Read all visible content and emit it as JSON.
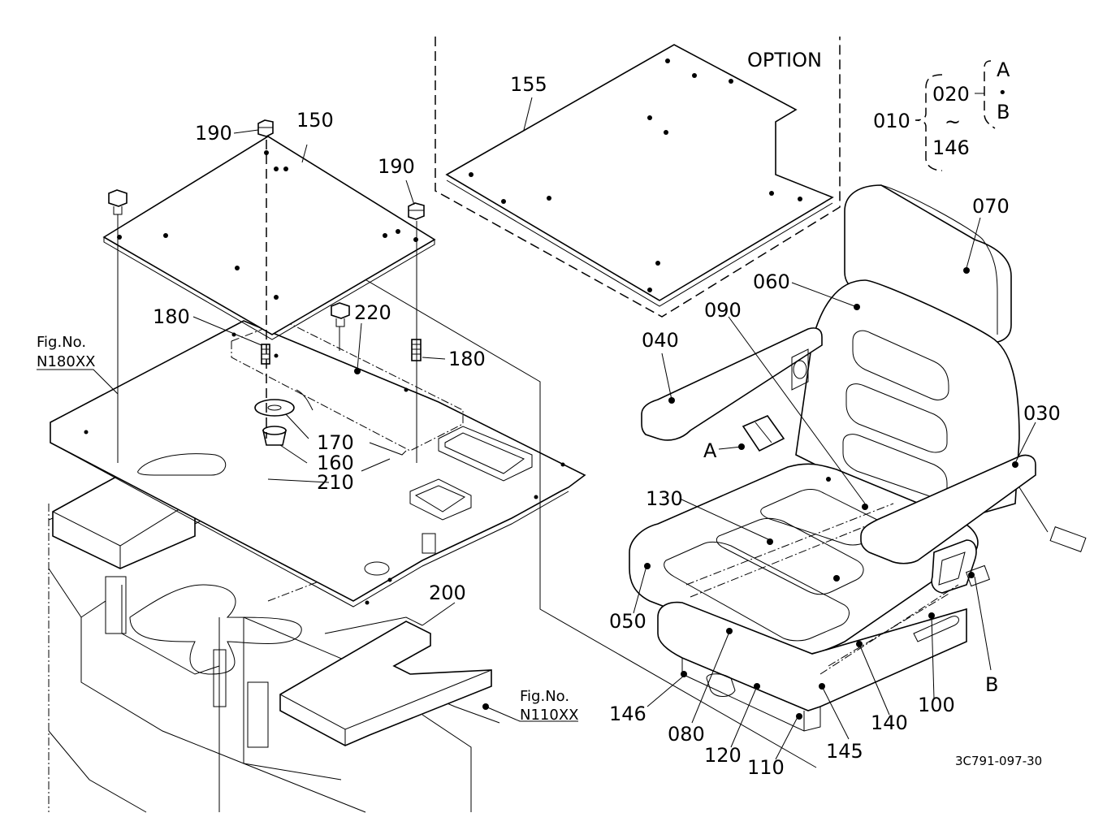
{
  "parts": {
    "p155": "155",
    "p150": "150",
    "p190a": "190",
    "p190b": "190",
    "p180a": "180",
    "p180b": "180",
    "p220": "220",
    "p170": "170",
    "p160": "160",
    "p210": "210",
    "p200": "200",
    "p070": "070",
    "p060": "060",
    "p090": "090",
    "p040": "040",
    "p030": "030",
    "p130": "130",
    "p050": "050",
    "p146": "146",
    "p080": "080",
    "p120": "120",
    "p110": "110",
    "p145": "145",
    "p140": "140",
    "p100": "100"
  },
  "option_label": "OPTION",
  "legend": {
    "p010": "010",
    "p020": "020",
    "tilde": "~",
    "p146": "146",
    "a": "A",
    "dot": "•",
    "b": "B"
  },
  "markers": {
    "a": "A",
    "b": "B"
  },
  "fig_refs": {
    "left_line1": "Fig.No.",
    "left_line2": "N180XX",
    "right_line1": "Fig.No.",
    "right_line2": "N110XX"
  },
  "drawing_code": "3C791-097-30"
}
